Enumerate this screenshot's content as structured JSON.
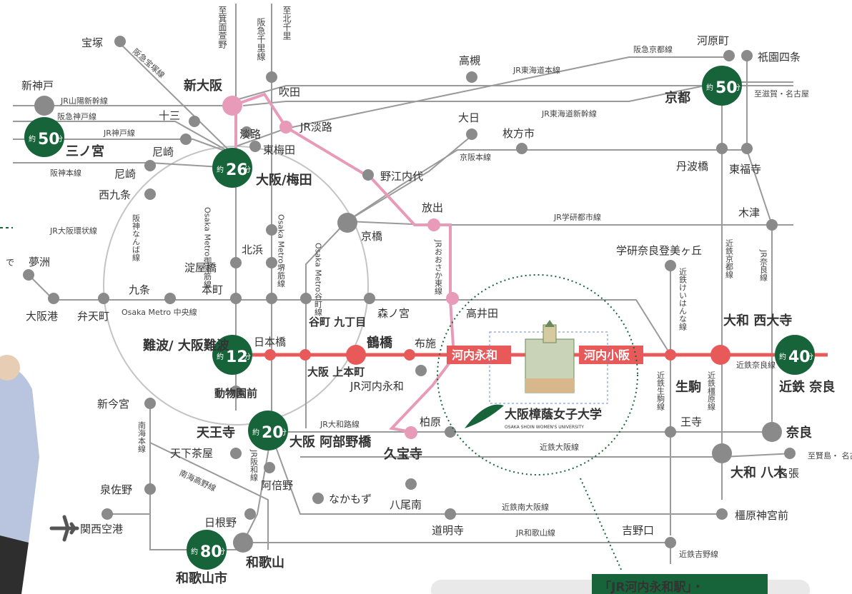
{
  "map": {
    "colors": {
      "main_line": "#e85a5a",
      "route": "#e89bb8",
      "hub": "#17643a",
      "node": "#8a8a8a",
      "line": "#9a9a9a",
      "loop": "#bcbcbc",
      "dot_border": "#17643a"
    },
    "time_badges": [
      {
        "id": "umeda",
        "prefix": "約",
        "minutes": "26",
        "unit": "分"
      },
      {
        "id": "namba",
        "prefix": "約",
        "minutes": "12",
        "unit": "分"
      },
      {
        "id": "tennoji",
        "prefix": "約",
        "minutes": "20",
        "unit": "分"
      },
      {
        "id": "wakayamashi",
        "prefix": "約",
        "minutes": "80",
        "unit": "分"
      },
      {
        "id": "kyoto",
        "prefix": "約",
        "minutes": "50",
        "unit": "分"
      },
      {
        "id": "sannomiya",
        "prefix": "約",
        "minutes": "50",
        "unit": "分"
      },
      {
        "id": "kintetsu_nara",
        "prefix": "約",
        "minutes": "40",
        "unit": "分"
      }
    ],
    "stations": {
      "takarazuka": "宝塚",
      "shin_kobe": "新神戸",
      "juso": "十三",
      "sannomiya": "三ノ宮",
      "amagasaki1": "尼崎",
      "amagasaki2": "尼崎",
      "nishikujo": "西九条",
      "shin_osaka": "新大阪",
      "suita": "吹田",
      "jr_awaji": "JR淡路",
      "awaji": "淡路",
      "higashi_umeda": "東梅田",
      "umeda": "大阪/梅田",
      "kitahama": "北浜",
      "yodoyabashi": "淀屋橋",
      "honmachi": "本町",
      "kujo": "九条",
      "yumeshima": "夢洲",
      "osakako": "大阪港",
      "bentencho": "弁天町",
      "kyobashi": "京橋",
      "morinomiya": "森ノ宮",
      "tanimachi": "谷町\n九丁目",
      "nipponbashi": "日本橋",
      "namba": "難波/\n大阪難波",
      "tsuruhashi": "鶴橋",
      "fuse": "布施",
      "uehommachi": "大阪\n上本町",
      "jr_kawachieiwa_sub": "JR河内永和",
      "dobutsuenmae": "動物園前",
      "shinimamiya": "新今宮",
      "tennoji": "天王寺",
      "abenobashi": "大阪\n阿部野橋",
      "tengachaya": "天下茶屋",
      "abeno": "阿倍野",
      "nakamozu": "なかもず",
      "yaominami": "八尾南",
      "kashiwara": "柏原",
      "kyuhoji": "久宝寺",
      "izumisano": "泉佐野",
      "kansai_airport": "関西空港",
      "hineno": "日根野",
      "wakayamashi": "和歌山市",
      "wakayama": "和歌山",
      "domyoji": "道明寺",
      "yoshinoguchi": "吉野口",
      "hanaten": "放出",
      "nomae": "野江内代",
      "takaida": "高井田",
      "takatsuki": "高槻",
      "hirakatashi": "枚方市",
      "dainichi": "大日",
      "gakken_nara": "学研奈良登美ヶ丘",
      "kyoto": "京都",
      "kawaramachi": "河原町",
      "gion_shijo": "祇園四条",
      "tambabashi": "丹波橋",
      "tofukuji": "東福寺",
      "kizu": "木津",
      "yamato_saidaiji": "大和\n西大寺",
      "ikoma": "生駒",
      "oji": "王寺",
      "nara": "奈良",
      "kintetsu_nara": "近鉄\n奈良",
      "yamato_yagi": "大和\n八木",
      "nabari": "名張",
      "kashihara_jingumae": "橿原神宮前"
    },
    "highlight_stations": {
      "kawachieiwa": "河内永和",
      "kawachikosaka": "河内小阪"
    },
    "lines": {
      "jr_sanyo_shinkansen": "JR山陽新幹線",
      "hankyu_kobe": "阪急神戸線",
      "jr_kobe": "JR神戸線",
      "hanshin": "阪神本線",
      "hankyu_takarazuka": "阪急宝塚線",
      "jr_loop": "JR大阪環状線",
      "hanshin_namba": "阪神なんば線",
      "midosuji": "Osaka Metro御堂筋線",
      "sakaisuji": "Osaka Metro堺筋線",
      "tanimachi": "Osaka Metro谷町線",
      "chuo": "Osaka Metro 中央線",
      "jr_osaka_higashi": "JRおおさか東線",
      "jr_tokaido": "JR東海道本線",
      "jr_tokaido_shinkansen": "JR東海道新幹線",
      "keihan": "京阪本線",
      "hankyu_kyoto": "阪急京都線",
      "jr_gakkentoshi": "JR学研都市線",
      "kintetsu_keihanna": "近鉄けいはんな線",
      "kintetsu_kyoto": "近鉄京都線",
      "jr_nara": "JR奈良線",
      "kintetsu_ikoma": "近鉄生駒線",
      "kintetsu_kashihara": "近鉄橿原線",
      "kintetsu_nara_line": "近鉄奈良線",
      "jr_yamatoji": "JR大和路線",
      "kintetsu_osaka": "近鉄大阪線",
      "kintetsu_minami_osaka": "近鉄南大阪線",
      "jr_wakayama": "JR和歌山線",
      "kintetsu_yoshino": "近鉄吉野線",
      "nankai_main": "南海本線",
      "nankai_koya": "南海高野線",
      "jr_hanwa": "JR阪和線"
    },
    "directions": {
      "minoo": "至箕面萱野",
      "hankyu_senri": "阪急千里線",
      "kita_senri": "至北千里",
      "shiga": "至滋賀・名古屋",
      "kashikojima": "至賢島・\n名古屋"
    },
    "university": {
      "name": "大阪樟蔭女子大学",
      "name_en": "OSAKA SHOIN WOMEN'S UNIVERSITY"
    },
    "callout": {
      "label": "「JR河内永和駅」・"
    }
  }
}
